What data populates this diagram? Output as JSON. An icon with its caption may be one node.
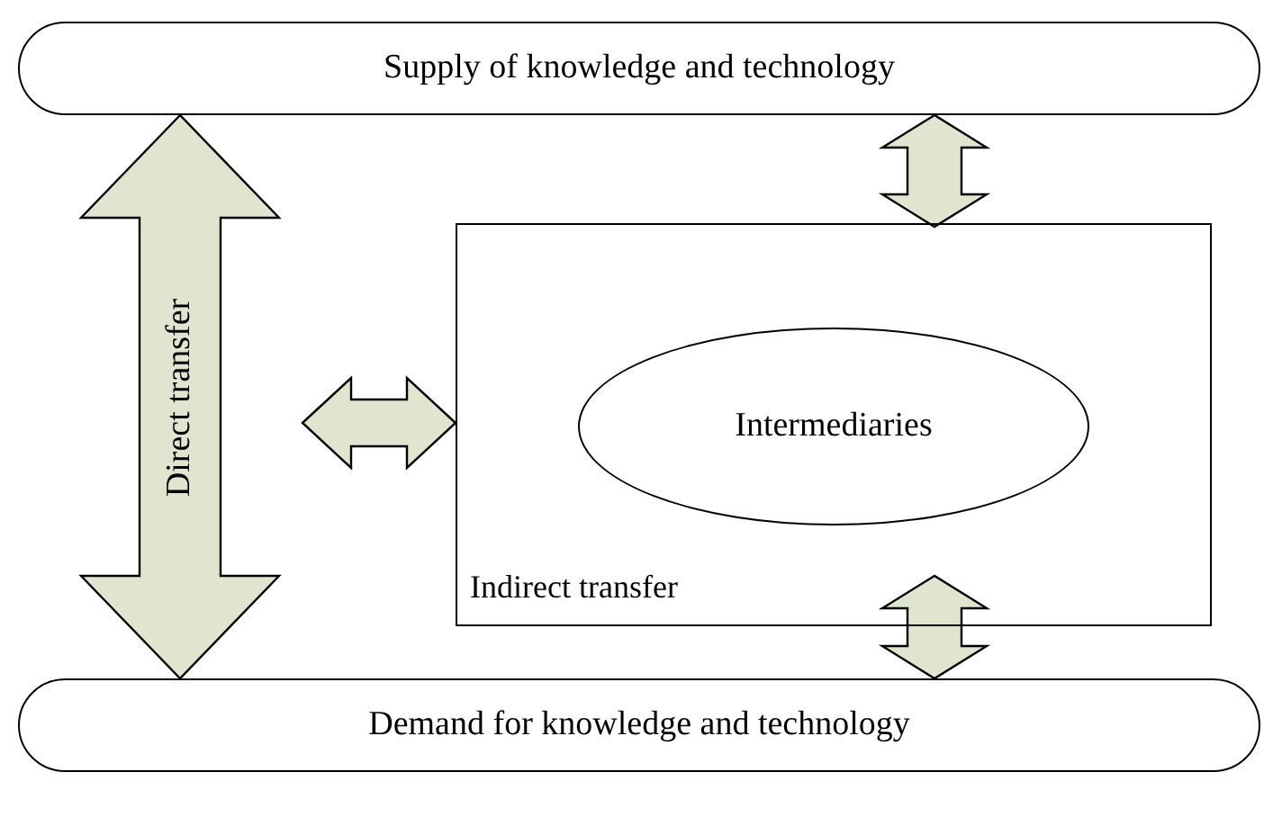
{
  "diagram": {
    "nodes": [
      {
        "text": [
          "Supply of knowledge and technology"
        ]
      },
      {
        "text": [
          "Indirect transfer"
        ]
      },
      {
        "text": [
          "Intermediaries"
        ],
        "in": 1
      },
      {
        "text": [
          "Demand for knowledge and technology"
        ]
      }
    ],
    "edges": [
      {
        "from": 0,
        "to": 3,
        "arrow": "both",
        "label": "Direct transfer"
      },
      {
        "from": 0,
        "to": 1,
        "arrow": "both"
      },
      {
        "from": 1,
        "to": 3,
        "arrow": "both"
      },
      {
        "from": null,
        "to": 1,
        "arrow": "both"
      }
    ]
  }
}
